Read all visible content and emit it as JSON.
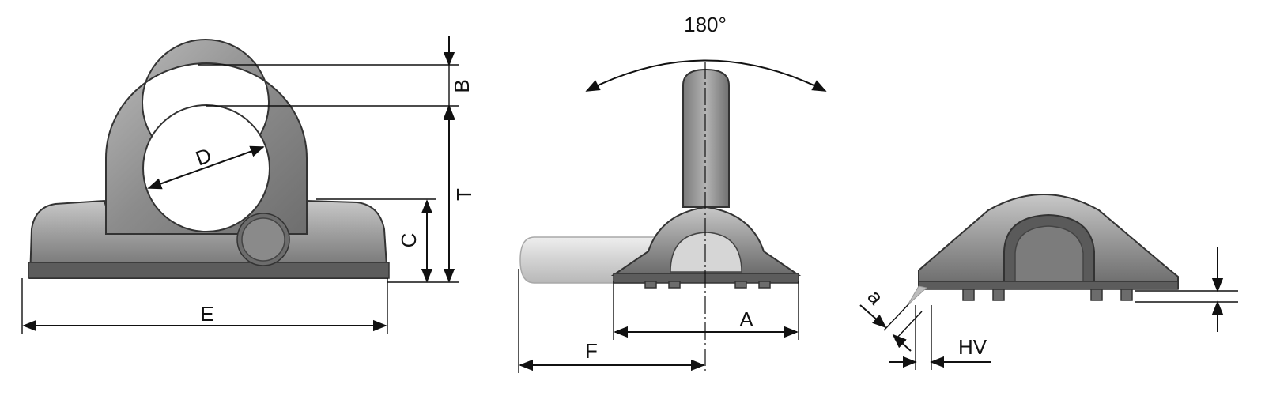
{
  "views": {
    "front": {
      "labels": {
        "B": "B",
        "T": "T",
        "C": "C",
        "D": "D",
        "E": "E"
      }
    },
    "side": {
      "labels": {
        "angle": "180°",
        "A": "A",
        "F": "F"
      }
    },
    "weld": {
      "labels": {
        "a": "a",
        "HV": "HV"
      }
    }
  },
  "colors": {
    "line": "#111111",
    "part_dark": "#6c6c6c",
    "part_mid": "#9a9a9a",
    "part_light": "#d4d4d4"
  }
}
